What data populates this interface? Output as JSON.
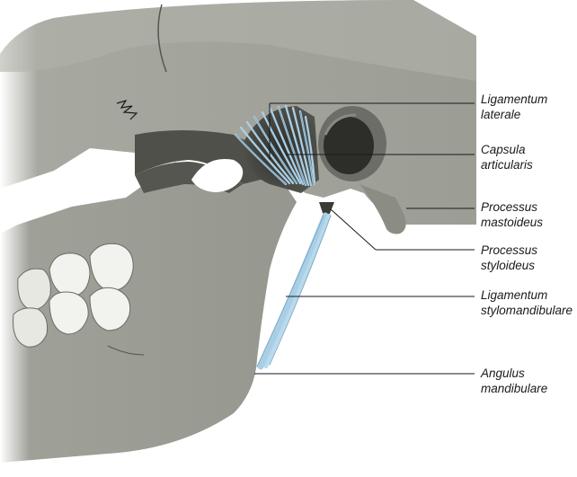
{
  "labels": [
    {
      "id": "lig-lat",
      "line1": "Ligamentum",
      "line2": "laterale"
    },
    {
      "id": "capsula",
      "line1": "Capsula",
      "line2": "articularis"
    },
    {
      "id": "mastoid",
      "line1": "Processus",
      "line2": "mastoideus"
    },
    {
      "id": "styloid",
      "line1": "Processus",
      "line2": "styloideus"
    },
    {
      "id": "lig-stylo",
      "line1": "Ligamentum",
      "line2": "stylomandibulare"
    },
    {
      "id": "angulus",
      "line1": "Angulus",
      "line2": "mandibulare"
    }
  ],
  "colors": {
    "bone": "#9a9a92",
    "bone_dark": "#5f605a",
    "ligament": "#a9cfe6",
    "tooth": "#f2f2ee",
    "leader": "#1a1a1a"
  }
}
